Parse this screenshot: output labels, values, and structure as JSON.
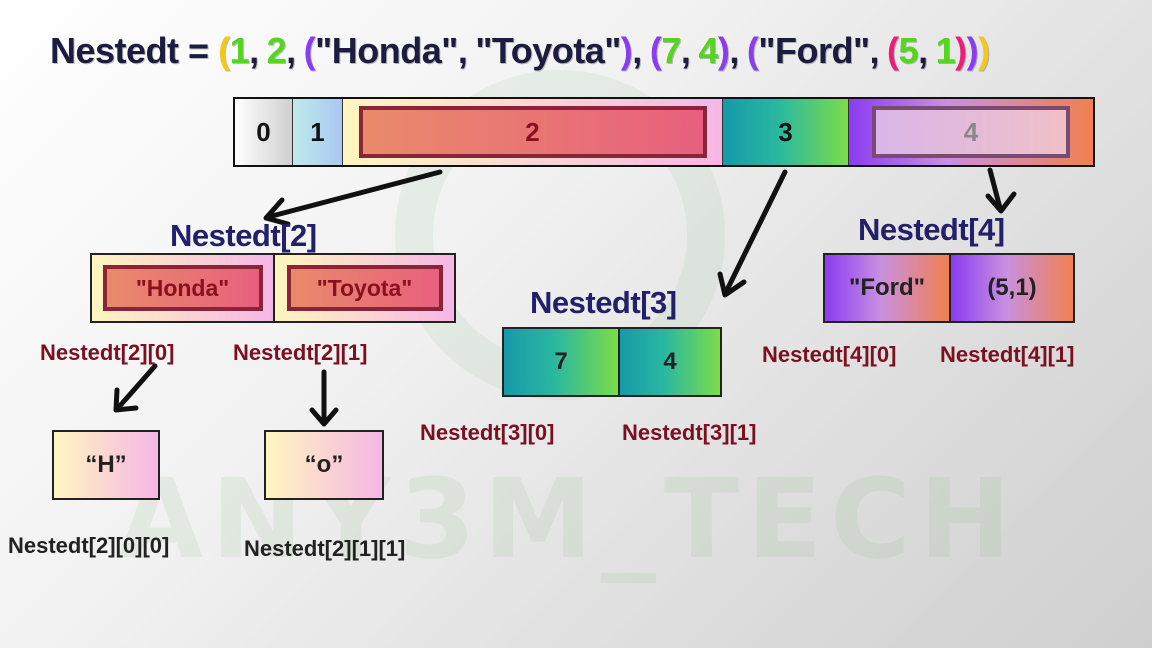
{
  "title": {
    "lhs": "Nestedt =",
    "tokens": [
      {
        "text": "(",
        "color": "#f2c81a"
      },
      {
        "text": "1",
        "color": "#55d420"
      },
      {
        "text": ",",
        "color": "#1c1c40"
      },
      {
        "text": "2",
        "color": "#55d420"
      },
      {
        "text": ",",
        "color": "#1c1c40"
      },
      {
        "text": "(",
        "color": "#8a3cf0"
      },
      {
        "text": "\"Honda\"",
        "color": "#1c1c40"
      },
      {
        "text": ",",
        "color": "#1c1c40"
      },
      {
        "text": "\"Toyota\"",
        "color": "#1c1c40"
      },
      {
        "text": ")",
        "color": "#8a3cf0"
      },
      {
        "text": ",",
        "color": "#1c1c40"
      },
      {
        "text": "(",
        "color": "#8a3cf0"
      },
      {
        "text": "7",
        "color": "#55d420"
      },
      {
        "text": ",",
        "color": "#1c1c40"
      },
      {
        "text": "4",
        "color": "#55d420"
      },
      {
        "text": ")",
        "color": "#8a3cf0"
      },
      {
        "text": ",",
        "color": "#1c1c40"
      },
      {
        "text": "(",
        "color": "#8a3cf0"
      },
      {
        "text": "\"Ford\"",
        "color": "#1c1c40"
      },
      {
        "text": ",",
        "color": "#1c1c40"
      },
      {
        "text": "(",
        "color": "#e8207a"
      },
      {
        "text": "5",
        "color": "#55d420"
      },
      {
        "text": ",",
        "color": "#1c1c40"
      },
      {
        "text": "1",
        "color": "#55d420"
      },
      {
        "text": ")",
        "color": "#e8207a"
      },
      {
        "text": ")",
        "color": "#8a3cf0"
      },
      {
        "text": ")",
        "color": "#f2c81a"
      }
    ]
  },
  "top_bar": {
    "cells": [
      "0",
      "1",
      "2",
      "3",
      "4"
    ]
  },
  "nested2": {
    "label": "Nestedt[2]",
    "items": [
      "\"Honda\"",
      "\"Toyota\""
    ],
    "sub_labels": [
      "Nestedt[2][0]",
      "Nestedt[2][1]"
    ]
  },
  "nested3": {
    "label": "Nestedt[3]",
    "items": [
      "7",
      "4"
    ],
    "sub_labels": [
      "Nestedt[3][0]",
      "Nestedt[3][1]"
    ]
  },
  "nested4": {
    "label": "Nestedt[4]",
    "items": [
      "\"Ford\"",
      "(5,1)"
    ],
    "sub_labels": [
      "Nestedt[4][0]",
      "Nestedt[4][1]"
    ]
  },
  "chars": {
    "h": {
      "value": "“H”",
      "label": "Nestedt[2][0][0]"
    },
    "o": {
      "value": "“o”",
      "label": "Nestedt[2][1][1]"
    }
  },
  "watermark": "ANY3M_TECH"
}
